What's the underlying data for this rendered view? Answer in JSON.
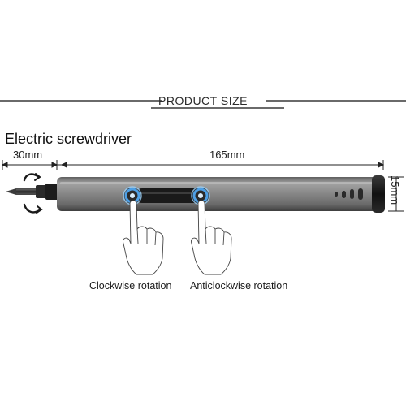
{
  "section_title": "PRODUCT SIZE",
  "product_name": "Electric screwdriver",
  "dimensions": {
    "tip_length": "30mm",
    "body_length": "165mm",
    "diameter": "15mm"
  },
  "captions": {
    "clockwise": "Clockwise rotation",
    "anticlockwise": "Anticlockwise rotation"
  },
  "colors": {
    "body": "#7b7b7b",
    "cap": "#1e1e1e",
    "button_ring": "#4ea0e6",
    "background": "#ffffff"
  },
  "icons": [
    "rotation-arrows-icon",
    "hand-pointer-icon"
  ]
}
